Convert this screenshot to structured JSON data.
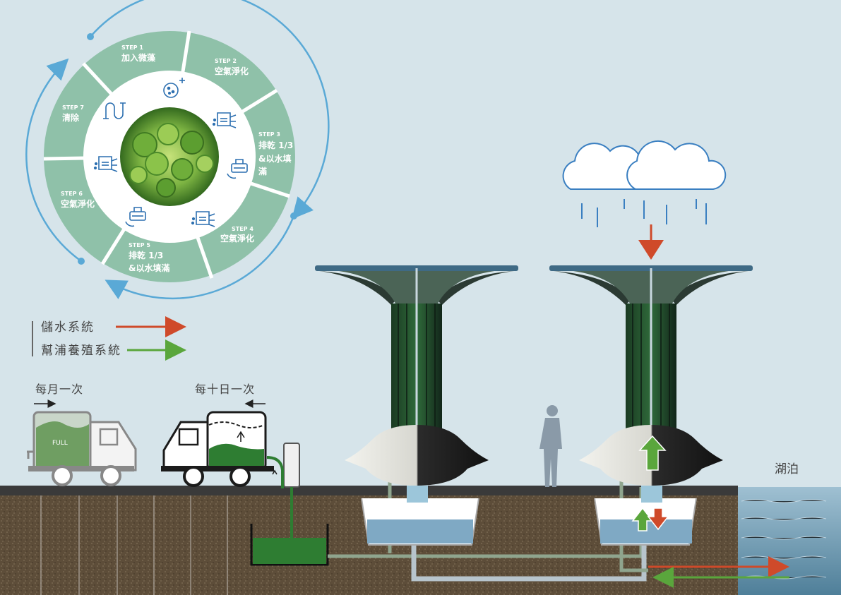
{
  "colors": {
    "sky": "#d6e4ea",
    "wheel_ring": "#8fc1a9",
    "storage_arrow": "#cf4a2a",
    "algae_arrow": "#5aa63c",
    "cycle_arrow": "#5aa9d6",
    "algae": "#2e7d32",
    "soil": "#5a4a36",
    "water": "#7fa9c4"
  },
  "cycle": {
    "steps": [
      {
        "step": "STEP 1",
        "label": "加入微藻",
        "icon": "algae-add-icon"
      },
      {
        "step": "STEP 2",
        "label": "空氣淨化",
        "icon": "air-purify-icon"
      },
      {
        "step": "STEP 3",
        "label": "排乾 1/3",
        "label2": "&以水填",
        "label3": "滿",
        "icon": "drain-refill-icon"
      },
      {
        "step": "STEP 4",
        "label": "空氣淨化",
        "icon": "air-purify-icon"
      },
      {
        "step": "STEP 5",
        "label": "排乾 1/3",
        "label2": "&以水填滿",
        "icon": "drain-refill-icon"
      },
      {
        "step": "STEP 6",
        "label": "空氣淨化",
        "icon": "air-purify-icon"
      },
      {
        "step": "STEP 7",
        "label": "清除",
        "icon": "clean-pipe-icon"
      }
    ]
  },
  "legend": {
    "storage": "儲水系統",
    "algae": "幫浦養殖系統"
  },
  "trucks": {
    "monthly": "每月一次",
    "tank_label": "FULL",
    "ten_days": "每十日一次"
  },
  "lake": "湖泊"
}
